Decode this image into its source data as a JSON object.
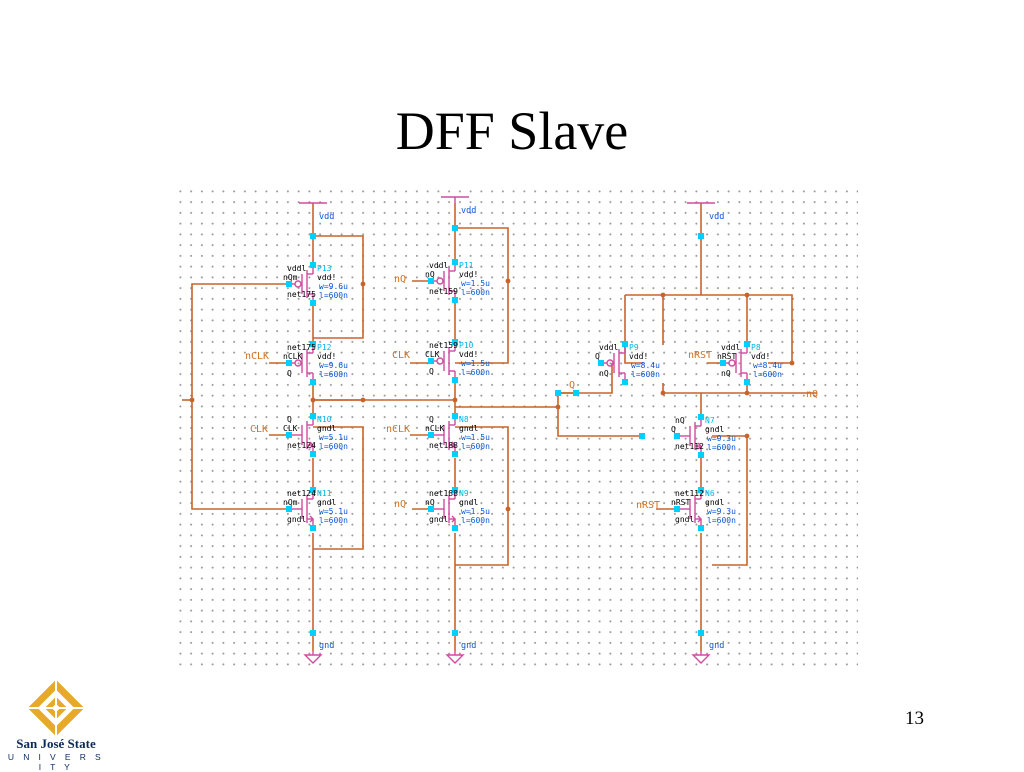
{
  "slide": {
    "title": "DFF Slave",
    "page_number": "13"
  },
  "logo": {
    "name": "San José State",
    "sub": "U N I V E R S I T Y"
  },
  "colors": {
    "wire": "#c8642a",
    "device": "#d04aa0",
    "pin": "#00d0ff",
    "label": "#0a56d6",
    "port": "#d07020"
  },
  "schematic": {
    "supplies": {
      "vdd": "vdd",
      "gnd": "gnd",
      "vddl": "vddl",
      "vddb": "vdd!",
      "gndl": "gndl"
    },
    "ports": {
      "nQ": "nQ",
      "nCLK": "nCLK",
      "CLK": "CLK",
      "nRST": "nRST",
      "Q": "Q",
      "nQout": "nQ"
    },
    "devices": {
      "P13": {
        "name": "P13",
        "g": "nQm",
        "top": "vddl",
        "bot": "net175",
        "w": "w=9.6u",
        "l": "l=600n"
      },
      "P12": {
        "name": "P12",
        "g": "nCLK",
        "top": "net175",
        "bot": "Q",
        "w": "w=9.6u",
        "l": "l=600n"
      },
      "N10": {
        "name": "N10",
        "g": "CLK",
        "top": "Q",
        "bot": "net124",
        "w": "w=5.1u",
        "l": "l=600n"
      },
      "N11": {
        "name": "N11",
        "g": "nQm",
        "top": "net124",
        "bot": "gndl",
        "w": "w=5.1u",
        "l": "l=600n"
      },
      "P11": {
        "name": "P11",
        "g": "nQ",
        "top": "vddl",
        "bot": "net159",
        "w": "w=1.5u",
        "l": "l=600n"
      },
      "P10": {
        "name": "P10",
        "g": "CLK",
        "top": "net159",
        "bot": "Q",
        "w": "w=1.5u",
        "l": "l=600n"
      },
      "N8": {
        "name": "N8",
        "g": "nCLK",
        "top": "Q",
        "bot": "net188",
        "w": "w=1.5u",
        "l": "l=600n"
      },
      "N9": {
        "name": "N9",
        "g": "nQ",
        "top": "net188",
        "bot": "gndl",
        "w": "w=1.5u",
        "l": "l=600n"
      },
      "P9": {
        "name": "P9",
        "g": "Q",
        "top": "vddl",
        "bot": "nQ",
        "w": "w=8.4u",
        "l": "l=600n"
      },
      "P8": {
        "name": "P8",
        "g": "nRST",
        "top": "vddl",
        "bot": "nQ",
        "w": "w=8.4u",
        "l": "l=600n"
      },
      "N7": {
        "name": "N7",
        "g": "Q",
        "top": "nQ",
        "bot": "net112",
        "w": "w=9.3u",
        "l": "l=600n"
      },
      "N6": {
        "name": "N6",
        "g": "nRST",
        "top": "net112",
        "bot": "gndl",
        "w": "w=9.3u",
        "l": "l=600n"
      }
    }
  }
}
